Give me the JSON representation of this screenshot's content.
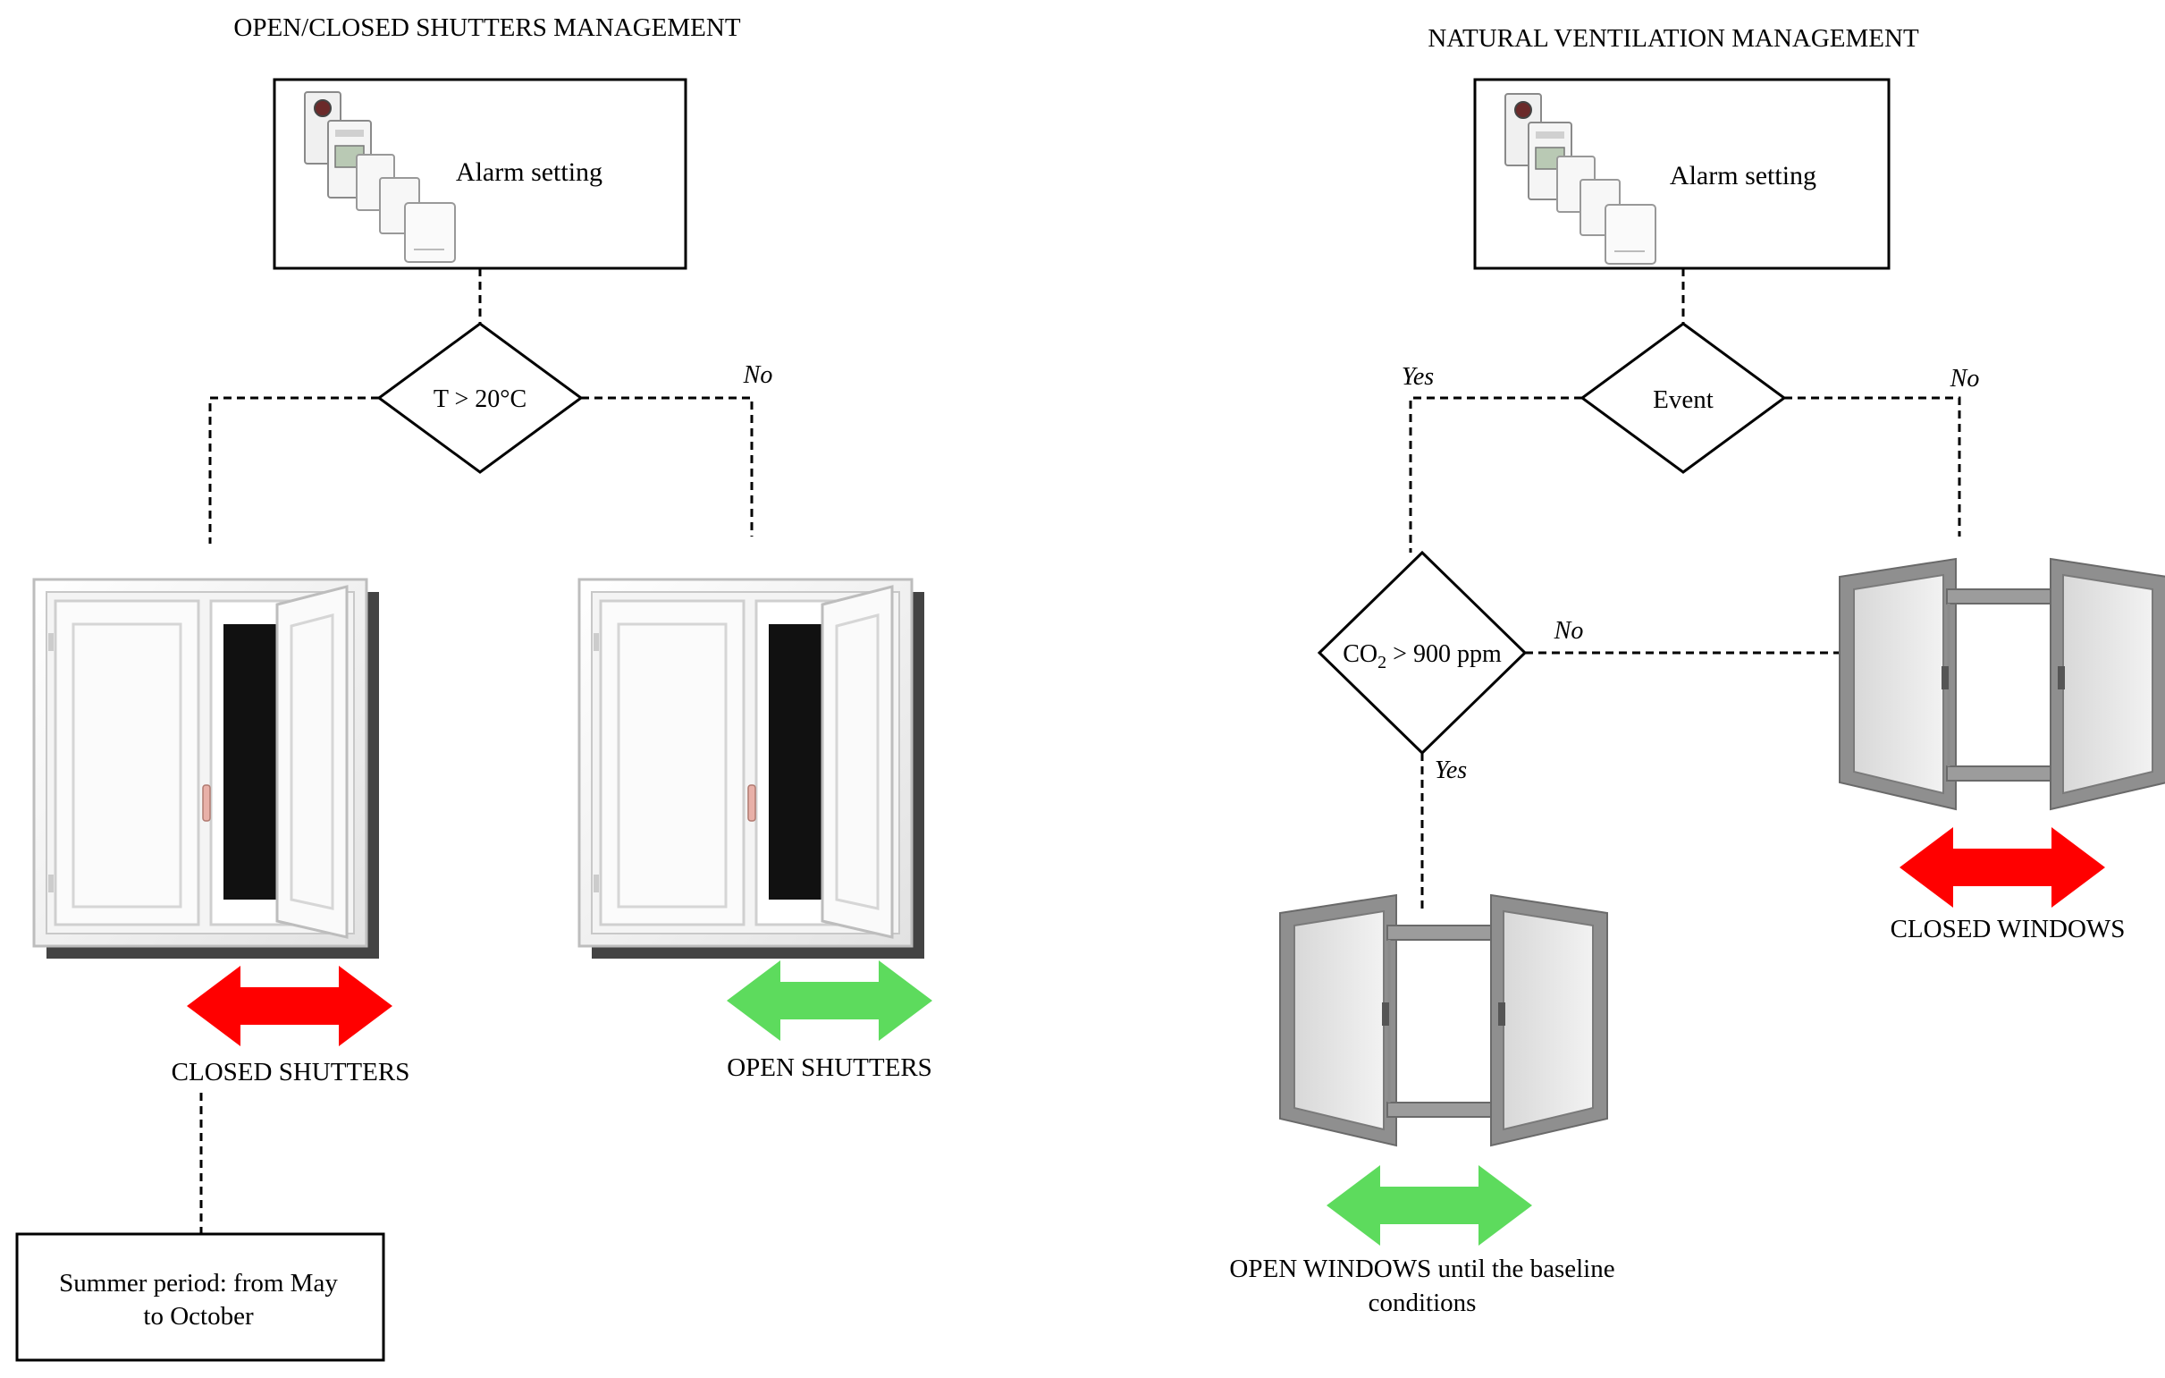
{
  "left": {
    "title": "OPEN/CLOSED SHUTTERS MANAGEMENT",
    "alarm_label": "Alarm setting",
    "condition": "T > 20°C",
    "branch_no": "No",
    "closed_label": "CLOSED SHUTTERS",
    "open_label": "OPEN SHUTTERS",
    "period_line1": "Summer period: from May",
    "period_line2": "to October"
  },
  "right": {
    "title": "NATURAL VENTILATION MANAGEMENT",
    "alarm_label": "Alarm setting",
    "event": "Event",
    "branch_yes": "Yes",
    "branch_no": "No",
    "co2_prefix": "CO",
    "co2_sub": "2",
    "co2_suffix": " > 900 ppm",
    "co2_no": "No",
    "co2_yes": "Yes",
    "open_line1": "OPEN WINDOWS until the baseline",
    "open_line2": "conditions",
    "closed_label": "CLOSED WINDOWS"
  },
  "colors": {
    "arrow_red": "#ff0000",
    "arrow_green": "#5ddb5d"
  },
  "icons": [
    "sensor-devices-icon",
    "shutter-window-icon",
    "casement-window-icon",
    "double-arrow-icon"
  ]
}
